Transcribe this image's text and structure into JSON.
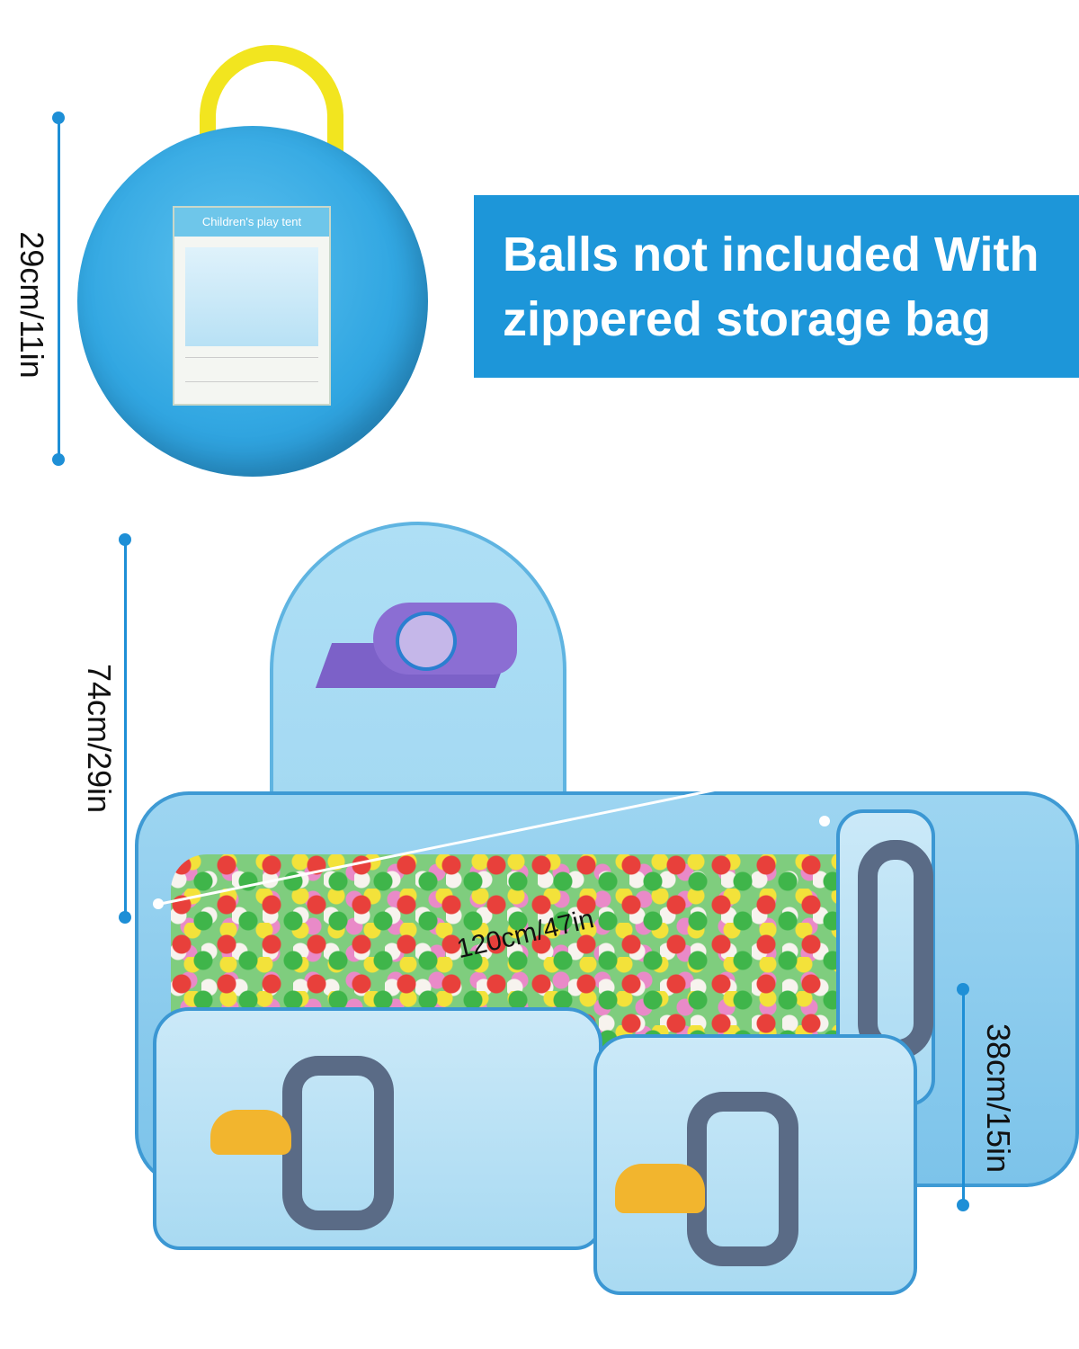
{
  "banner": {
    "line1": "Balls not included With",
    "line2": "zippered storage bag"
  },
  "dimensions": {
    "bag_height": "29cm/11in",
    "pit_height": "74cm/29in",
    "pit_diameter": "120cm/47in",
    "wall_height": "38cm/15in"
  },
  "bag_label": {
    "title": "Children's play tent"
  },
  "colors": {
    "accent_blue": "#1d96d9",
    "dimension_blue": "#1e8fd6",
    "handle_yellow": "#f2e51f"
  }
}
